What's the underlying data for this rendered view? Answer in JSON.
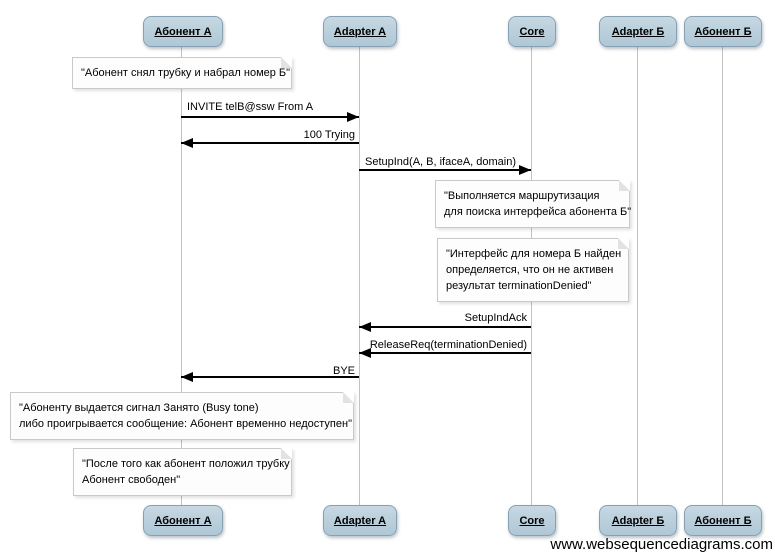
{
  "diagram": {
    "type": "sequence-diagram",
    "watermark": "www.websequencediagrams.com",
    "actors": [
      {
        "label": "Абонент А"
      },
      {
        "label": "Adapter A"
      },
      {
        "label": "Core"
      },
      {
        "label": "Adapter Б"
      },
      {
        "label": "Абонент Б"
      }
    ],
    "messages": [
      {
        "label": "INVITE telB@ssw From A",
        "from": "Абонент А",
        "to": "Adapter A"
      },
      {
        "label": "100 Trying",
        "from": "Adapter A",
        "to": "Абонент А"
      },
      {
        "label": "SetupInd(A, B, ifaceA, domain)",
        "from": "Adapter A",
        "to": "Core"
      },
      {
        "label": "SetupIndAck",
        "from": "Core",
        "to": "Adapter A"
      },
      {
        "label": "ReleaseReq(terminationDenied)",
        "from": "Core",
        "to": "Adapter A"
      },
      {
        "label": "BYE",
        "from": "Adapter A",
        "to": "Абонент А"
      }
    ],
    "notes": [
      {
        "over": "Абонент А",
        "lines": [
          "\"Абонент снял трубку и набрал номер Б\""
        ]
      },
      {
        "over": "Core",
        "lines": [
          "\"Выполняется маршрутизация",
          "для поиска интерфейса абонента Б\""
        ]
      },
      {
        "over": "Core",
        "lines": [
          "\"Интерфейс для номера Б найден",
          "определяется, что он не активен",
          "результат terminationDenied\""
        ]
      },
      {
        "over": "Абонент А",
        "lines": [
          "\"Абоненту выдается сигнал Занято (Busy tone)",
          "либо проигрывается сообщение: Абонент временно недоступен\""
        ]
      },
      {
        "over": "Абонент А",
        "lines": [
          "\"После того как абонент положил трубку",
          "Абонент свободен\""
        ]
      }
    ],
    "colors": {
      "actor_fill": "#b8cfdd",
      "actor_border": "#87a0b4",
      "note_fill": "#fdfdfd",
      "note_border": "#c9c9c9",
      "lifeline": "#c3c3c3",
      "arrow": "#000000"
    }
  }
}
